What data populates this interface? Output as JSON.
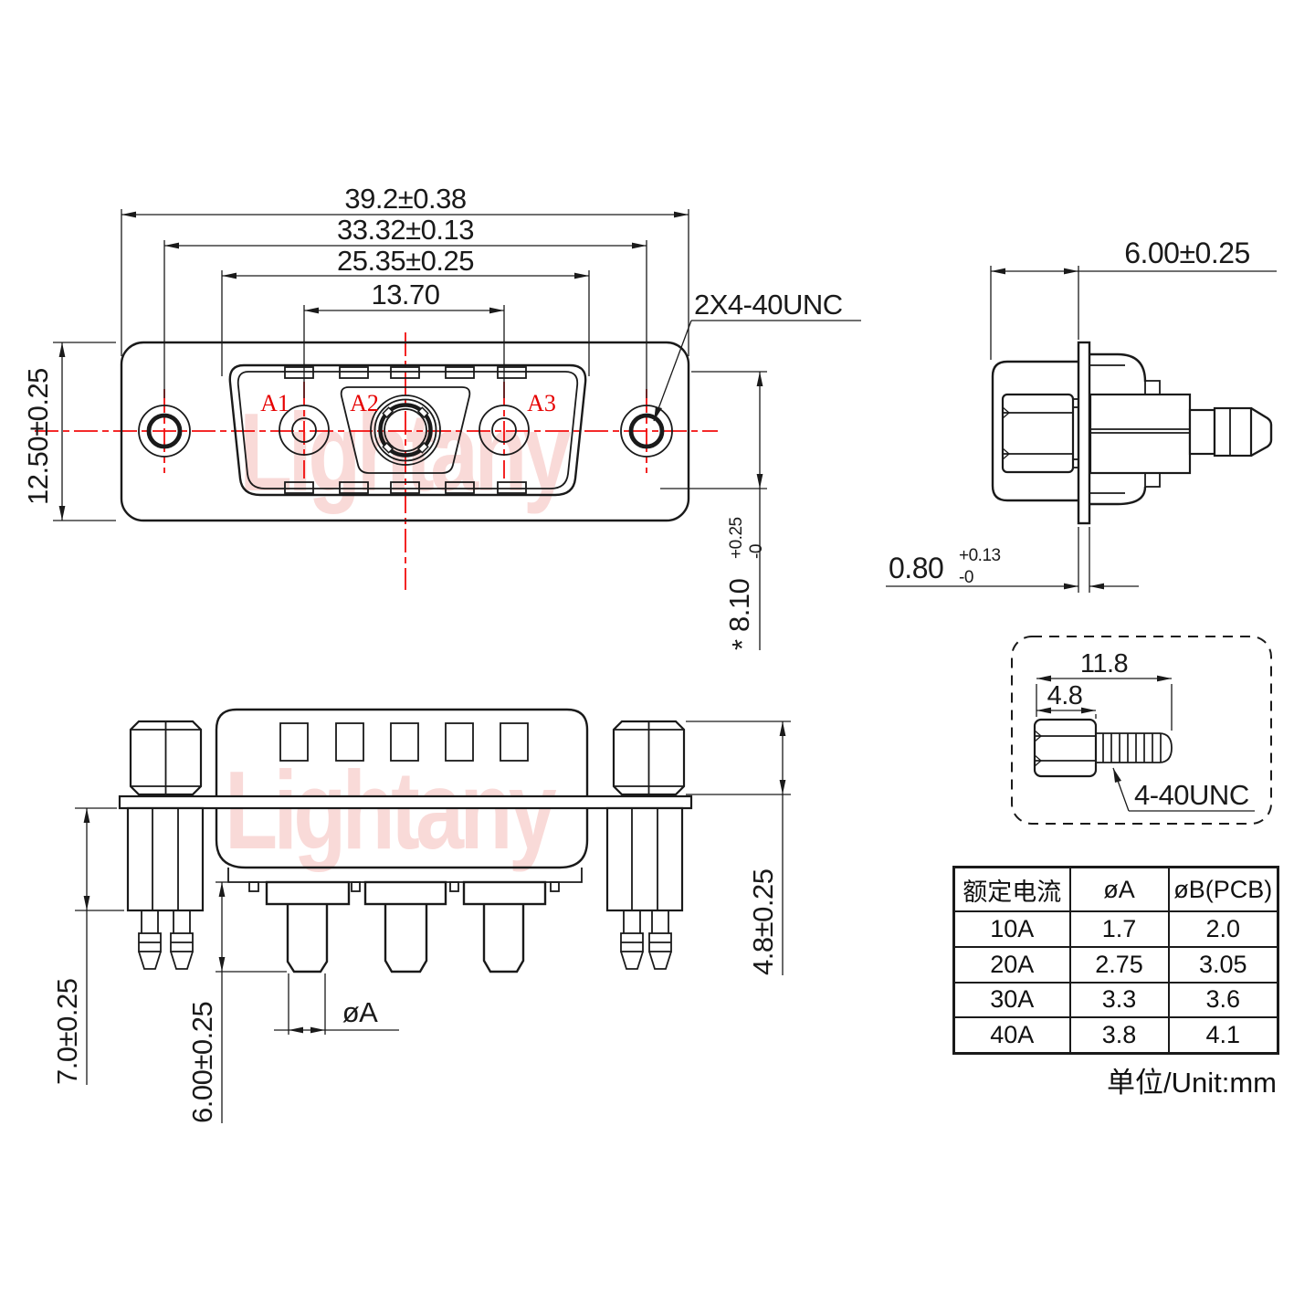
{
  "watermark": {
    "text": "Lightany"
  },
  "front_view": {
    "dims": {
      "overall_width": "39.2±0.38",
      "hole_spacing": "33.32±0.13",
      "shell_width": "25.35±0.25",
      "contact_spacing": "13.70",
      "overall_height": "12.50±0.25",
      "opening_height": {
        "prefix": "*",
        "value": "8.10",
        "tol_plus": "+0.25",
        "tol_minus": "-0"
      }
    },
    "thread_callout": "2X4-40UNC",
    "contacts": [
      "A1",
      "A2",
      "A3"
    ]
  },
  "side_view": {
    "dims": {
      "front_depth": "6.00±0.25",
      "flange_thickness": {
        "value": "0.80",
        "tol_plus": "+0.13",
        "tol_minus": "-0"
      }
    }
  },
  "bottom_view": {
    "dims": {
      "standoff_length": "7.0±0.25",
      "pin_length": "6.00±0.25",
      "nut_height": "4.8±0.25",
      "pin_diameter": "øA"
    }
  },
  "screw_detail": {
    "dims": {
      "overall_length": "11.8",
      "head_length": "4.8"
    },
    "thread_label": "4-40UNC"
  },
  "table": {
    "headers": [
      "额定电流",
      "øA",
      "øB(PCB)"
    ],
    "rows": [
      [
        "10A",
        "1.7",
        "2.0"
      ],
      [
        "20A",
        "2.75",
        "3.05"
      ],
      [
        "30A",
        "3.3",
        "3.6"
      ],
      [
        "40A",
        "3.8",
        "4.1"
      ]
    ]
  },
  "unit_note": "单位/Unit:mm",
  "colors": {
    "line": "#1a1a1a",
    "centerline": "#f20d0d",
    "label_red": "#e60000",
    "watermark": "rgba(233,106,98,0.25)"
  }
}
